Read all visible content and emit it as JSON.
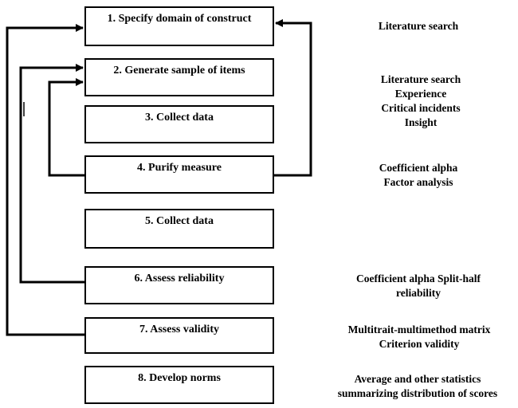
{
  "steps": [
    {
      "label": "1. Specify domain of construct"
    },
    {
      "label": "2. Generate sample of items"
    },
    {
      "label": "3. Collect data"
    },
    {
      "label": "4. Purify measure"
    },
    {
      "label": "5. Collect data"
    },
    {
      "label": "6. Assess reliability"
    },
    {
      "label": "7. Assess validity"
    },
    {
      "label": "8. Develop norms"
    }
  ],
  "notes": [
    {
      "lines": [
        "Literature search"
      ]
    },
    {
      "lines": [
        "Literature search",
        "Experience",
        "Critical incidents",
        "Insight"
      ]
    },
    {
      "lines": [
        "Coefficient alpha",
        "Factor analysis"
      ]
    },
    {
      "lines": [
        "Coefficient alpha Split-half",
        "reliability"
      ]
    },
    {
      "lines": [
        "Multitrait-multimethod  matrix",
        "Criterion validity"
      ]
    },
    {
      "lines": [
        "Average and other statistics",
        "summarizing distribution  of scores"
      ]
    }
  ]
}
